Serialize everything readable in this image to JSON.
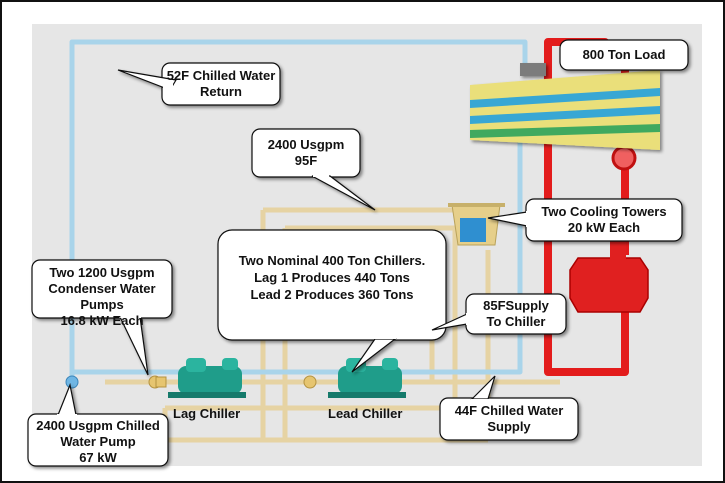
{
  "labels": {
    "load": "800 Ton Load",
    "chw_return": [
      "52F Chilled Water",
      "Return"
    ],
    "cond_flow": [
      "2400 Usgpm",
      "95F"
    ],
    "towers": [
      "Two Cooling Towers",
      "20 kW  Each"
    ],
    "chillers": [
      "Two Nominal 400 Ton Chillers.",
      "Lag 1 Produces 440 Tons",
      "Lead 2 Produces 360 Tons"
    ],
    "cond_pumps": [
      "Two 1200 Usgpm",
      "Condenser Water Pumps",
      "16.8 kW Each"
    ],
    "supply_to_chiller": [
      "85FSupply",
      "To Chiller"
    ],
    "lag_chiller": "Lag Chiller",
    "lead_chiller": "Lead Chiller",
    "chw_supply": [
      "44F Chilled Water",
      "Supply"
    ],
    "chw_pump": [
      "2400 Usgpm Chilled",
      "Water Pump",
      "67 kW"
    ]
  },
  "colors": {
    "background": "#e6e6e6",
    "chilled_water_pipe": "#a9d4ea",
    "condenser_pipe": "#e6d3a3",
    "hot_loop": "#e31c1c",
    "chiller": "#1f9d8a",
    "coil_yellow": "#e8e07a",
    "coil_blue": "#39a7d4",
    "tower": "#e6cf8a"
  }
}
